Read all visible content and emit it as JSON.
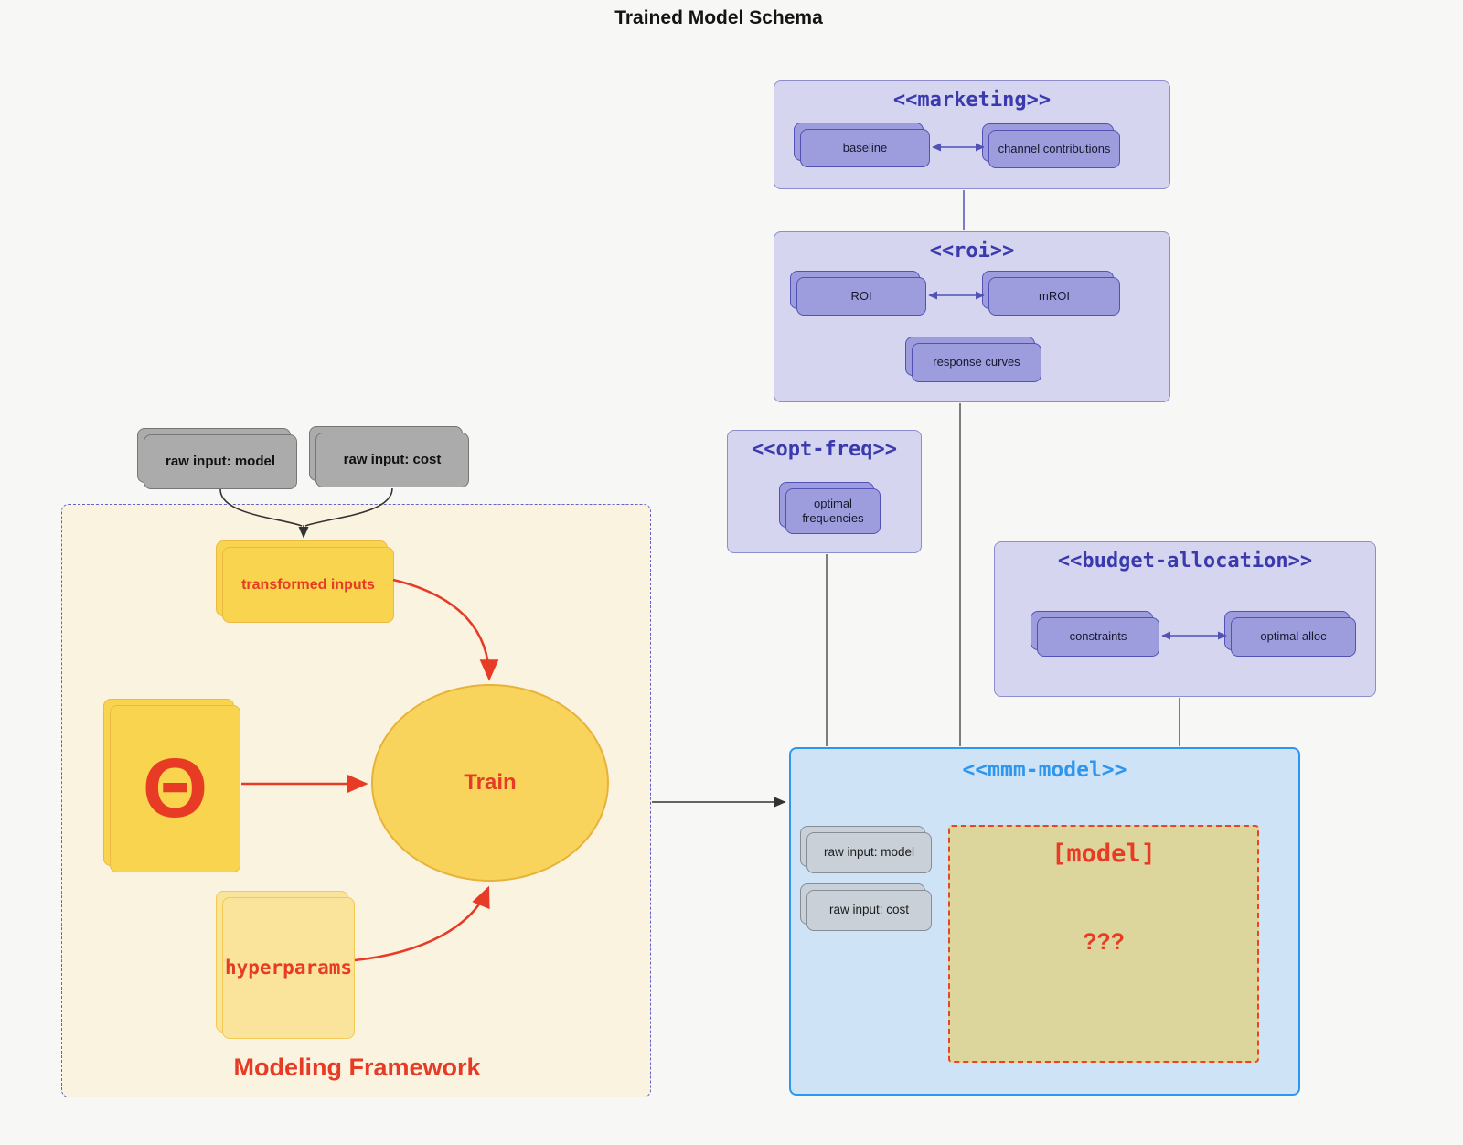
{
  "title": "Trained Model Schema",
  "colors": {
    "accent_red": "#e73b25",
    "node_yellow": "#f8d44f",
    "group_purple_fill": "#d5d5ef",
    "node_purple_fill": "#9d9dde",
    "mmm_blue": "#2e96ef",
    "framework_cream": "#faf3e0",
    "model_khaki": "#dcd69c"
  },
  "inputs": {
    "raw_model": "raw input: model",
    "raw_cost": "raw input: cost"
  },
  "framework": {
    "label": "Modeling Framework",
    "transformed": "transformed inputs",
    "theta": "Θ",
    "train": "Train",
    "hyperparams": "hyperparams"
  },
  "marketing": {
    "title": "<<marketing>>",
    "baseline": "baseline",
    "channel": "channel contributions"
  },
  "roi": {
    "title": "<<roi>>",
    "roi": "ROI",
    "mroi": "mROI",
    "response": "response curves"
  },
  "opt_freq": {
    "title": "<<opt-freq>>",
    "optimal": "optimal frequencies"
  },
  "budget": {
    "title": "<<budget-allocation>>",
    "constraints": "constraints",
    "optimal_alloc": "optimal alloc"
  },
  "mmm": {
    "title": "<<mmm-model>>",
    "raw_model": "raw input: model",
    "raw_cost": "raw input: cost",
    "model": "[model]",
    "unknown": "???"
  }
}
